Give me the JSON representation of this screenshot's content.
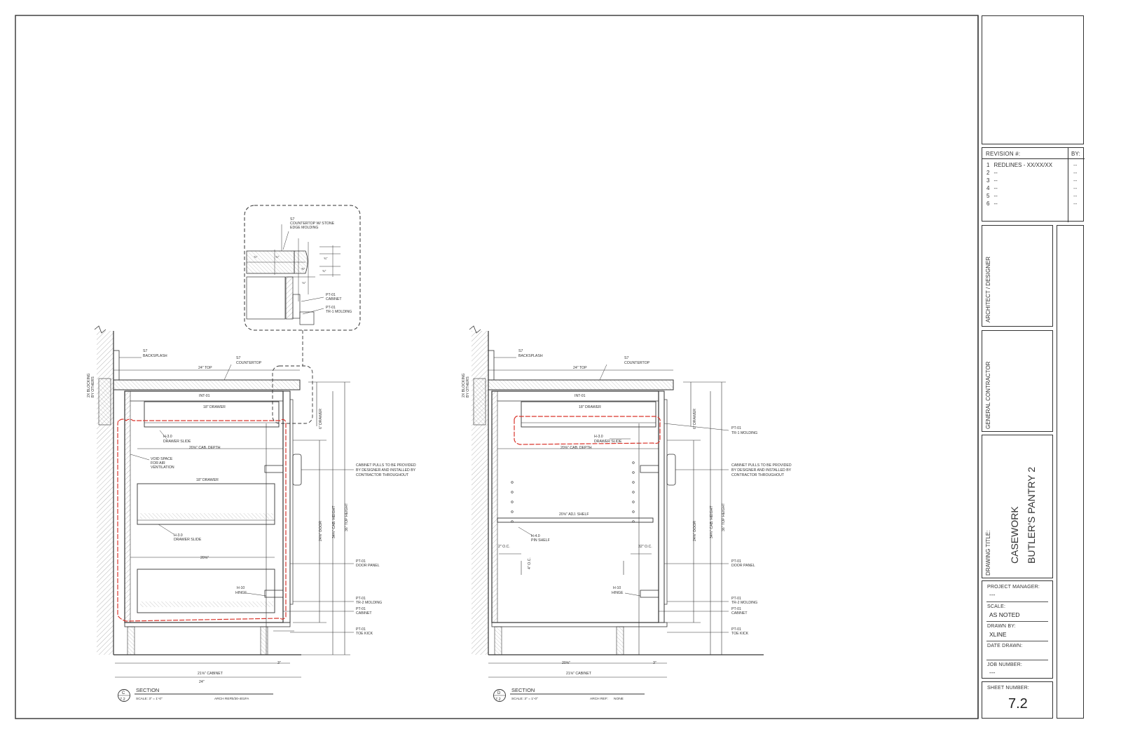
{
  "title_block": {
    "revision_header": "REVISION #:",
    "by_header": "BY:",
    "revisions": [
      {
        "num": "1",
        "text": "REDLINES - XX/XX/XX",
        "by": "--"
      },
      {
        "num": "2",
        "text": "--",
        "by": "--"
      },
      {
        "num": "3",
        "text": "--",
        "by": "--"
      },
      {
        "num": "4",
        "text": "--",
        "by": "--"
      },
      {
        "num": "5",
        "text": "--",
        "by": "--"
      },
      {
        "num": "6",
        "text": "--",
        "by": "--"
      }
    ],
    "architect_label": "ARCHITECT / DESIGNER",
    "contractor_label": "GENERAL CONTRACTOR",
    "drawing_title_label": "DRAWING TITLE:",
    "drawing_title_line1": "CASEWORK",
    "drawing_title_line2": "BUTLER'S PANTRY 2",
    "project_manager_label": "PROJECT MANAGER:",
    "project_manager_value": "---",
    "scale_label": "SCALE:",
    "scale_value": "AS NOTED",
    "drawn_by_label": "DRAWN BY:",
    "drawn_by_value": "XLINE",
    "date_drawn_label": "DATE DRAWN:",
    "job_number_label": "JOB NUMBER:",
    "job_number_value": "---",
    "sheet_number_label": "SHEET NUMBER:",
    "sheet_number_value": "7.2"
  },
  "detail_callout": {
    "countertop_note": "S7",
    "countertop_note2": "COUNTERTOP W/ STONE",
    "countertop_note3": "EDGE MOLDING",
    "cabinet_note": "PT-01",
    "cabinet_note2": "CABINET",
    "molding_note": "PT-01",
    "molding_note2": "TR-1 MOLDING"
  },
  "section_c": {
    "marker_letter": "C",
    "marker_sheet": "7.2",
    "title": "SECTION",
    "scale": "SCALE: 3\" = 1'-0\"",
    "ref": "ARCH REF:",
    "ref_value": "S/30-401FA",
    "blocking": "2X BLOCKING",
    "blocking2": "BY OTHERS",
    "backsplash": "S7",
    "backsplash2": "BACKSPLASH",
    "countertop": "S7",
    "countertop2": "COUNTERTOP",
    "top_dim": "24\" TOP",
    "int": "INT-01",
    "drawer_top": "18\" DRAWER",
    "slide_top": "H-3.0",
    "slide_top2": "DRAWER SLIDE",
    "cab_depth": "20⅝\" CAB. DEPTH",
    "void": "VOID SPACE",
    "void2": "FOR AIR",
    "void3": "VENTILATION",
    "drawer_mid": "18\" DRAWER",
    "slide_mid": "H-3.0",
    "slide_mid2": "DRAWER SLIDE",
    "inner_width": "20⅝\"",
    "hinge": "H-10",
    "hinge2": "HINGE",
    "drawer_height": "6\" DRAWER",
    "door_dim": "24⅝\" DOOR",
    "cab_height": "34¾\" CAB. HEIGHT",
    "top_height": "36\" TOP HEIGHT",
    "pulls": "CABINET PULLS TO BE PROVIDED",
    "pulls2": "BY DESIGNER AND INSTALLED BY",
    "pulls3": "CONTRACTOR THROUGHOUT",
    "door_panel": "PT-01",
    "door_panel2": "DOOR PANEL",
    "tr2": "PT-01",
    "tr2b": "TR-2 MOLDING",
    "cabinet": "PT-01",
    "cabinet2": "CABINET",
    "toe": "PT-01",
    "toe2": "TOE KICK",
    "toe_dim": "3\"",
    "cab_width": "21⅝\" CABINET",
    "overall": "24\""
  },
  "section_d": {
    "marker_letter": "D",
    "marker_sheet": "7.2",
    "title": "SECTION",
    "scale": "SCALE: 3\" = 1'-0\"",
    "ref": "ARCH REF:",
    "ref_value": "NONE",
    "blocking": "2X BLOCKING",
    "blocking2": "BY OTHERS",
    "backsplash": "S7",
    "backsplash2": "BACKSPLASH",
    "countertop": "S7",
    "countertop2": "COUNTERTOP",
    "top_dim": "24\" TOP",
    "int": "INT-01",
    "drawer_top": "18\" DRAWER",
    "slide_top": "H-3.0",
    "slide_top2": "DRAWER SLIDE",
    "cab_depth": "20⅝\" CAB. DEPTH",
    "tr1": "PT-01",
    "tr1b": "TR-1 MOLDING",
    "adj_shelf": "20⅝\" ADJ. SHELF",
    "pin": "H-4.0",
    "pin2": "PIN SHELF",
    "oc1": "2\" O.C.",
    "oc2": "32\" O.C.",
    "oc3": "4\" O.C.",
    "hinge": "H-10",
    "hinge2": "HINGE",
    "drawer_height": "6\" DRAWER",
    "door_dim": "24⅝\" DOOR",
    "cab_height": "34¾\" CAB. HEIGHT",
    "top_height": "36\" TOP HEIGHT",
    "pulls": "CABINET PULLS TO BE PROVIDED",
    "pulls2": "BY DESIGNER AND INSTALLED BY",
    "pulls3": "CONTRACTOR THROUGHOUT",
    "door_panel": "PT-01",
    "door_panel2": "DOOR PANEL",
    "tr2": "PT-01",
    "tr2b": "TR-2 MOLDING",
    "cabinet": "PT-01",
    "cabinet2": "CABINET",
    "toe": "PT-01",
    "toe2": "TOE KICK",
    "toe_dim": "3\"",
    "inner_width": "20⅝\"",
    "cab_width": "21⅝\" CABINET"
  },
  "colors": {
    "line": "#333333",
    "redline": "#d9342b"
  }
}
